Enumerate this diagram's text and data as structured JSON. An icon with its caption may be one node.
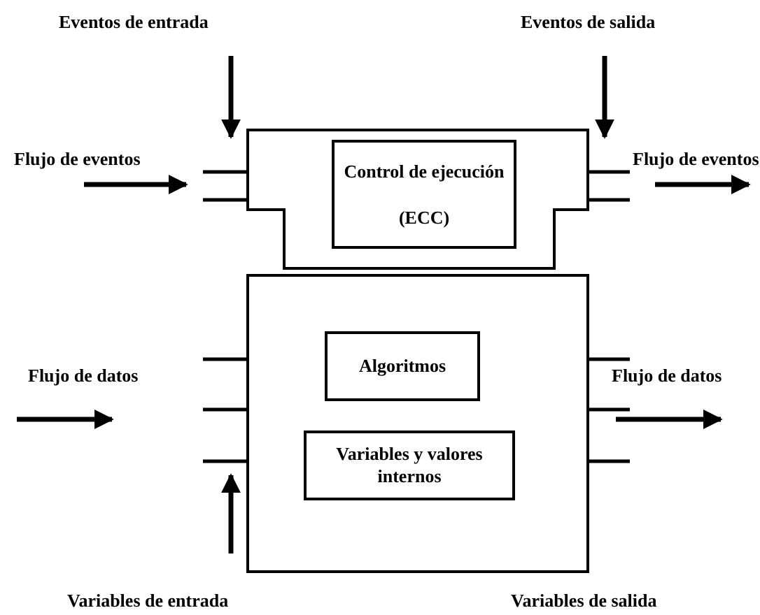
{
  "diagram": {
    "nodes": [
      {
        "text": [],
        "shape": "box"
      },
      {
        "text": [
          "Control de ejecución",
          "(ECC)"
        ],
        "in": 0
      },
      {
        "text": [],
        "shape": "box"
      },
      {
        "text": [
          "Algoritmos"
        ],
        "in": 2
      },
      {
        "text": [
          "Variables y valores internos"
        ],
        "in": 2
      }
    ],
    "labels": [
      "Eventos de entrada",
      "Eventos de salida",
      "Flujo de eventos",
      "Flujo de eventos",
      "Flujo de datos",
      "Flujo de datos",
      "Variables de entrada",
      "Variables de salida"
    ]
  }
}
